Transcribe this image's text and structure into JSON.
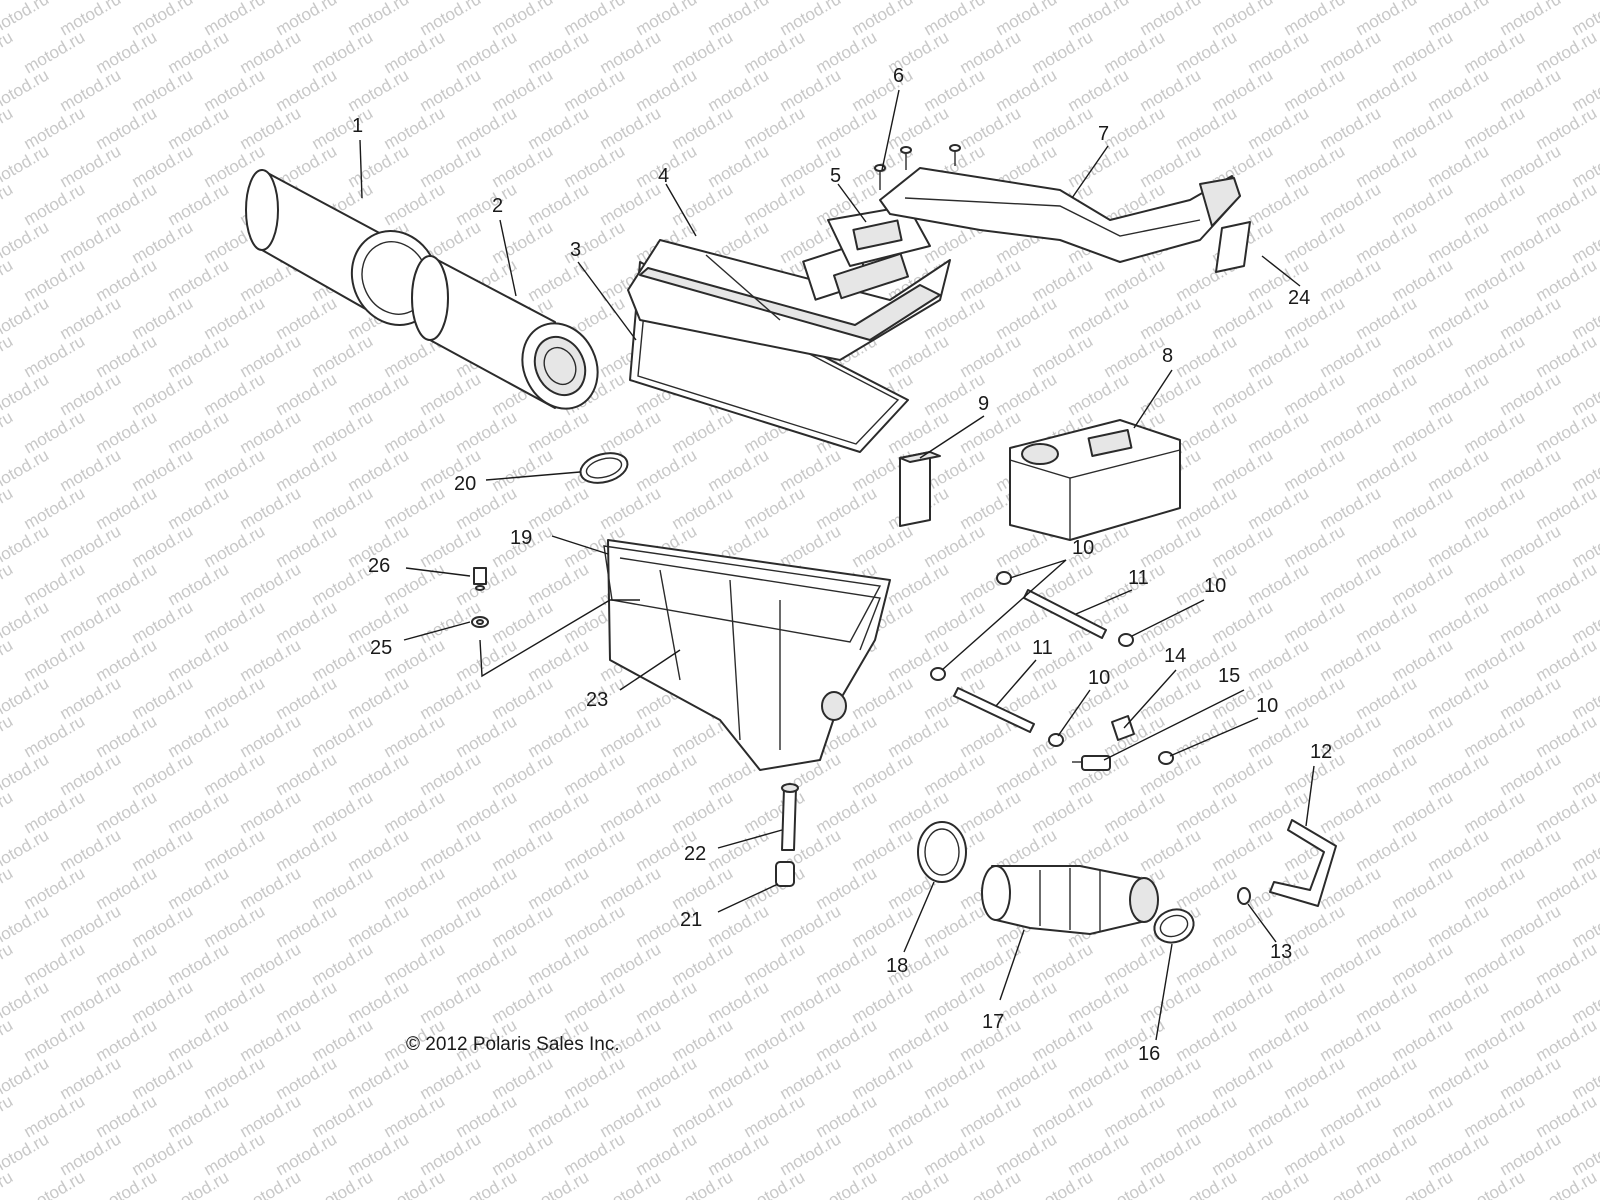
{
  "watermark": "motod.ru",
  "copyright": "© 2012 Polaris Sales Inc.",
  "callouts": [
    "1",
    "2",
    "3",
    "4",
    "5",
    "6",
    "7",
    "8",
    "9",
    "10",
    "10",
    "10",
    "10",
    "10",
    "11",
    "11",
    "12",
    "13",
    "14",
    "15",
    "16",
    "17",
    "18",
    "19",
    "20",
    "21",
    "22",
    "23",
    "24",
    "25",
    "26"
  ],
  "colors": {
    "line": "#2b2b2b",
    "watermark": "#c8c8c8",
    "background": "#ffffff"
  }
}
